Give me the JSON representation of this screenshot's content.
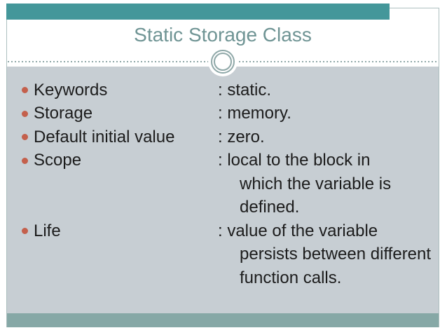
{
  "colors": {
    "top_bar": "#44979A",
    "footer_bar": "#86A8A6",
    "panel_bg": "#C7CED3",
    "title_text": "#6F9494",
    "accent_line": "#8FA8A8",
    "frame_border": "#ADBFBF",
    "bullet": "#C4604C",
    "body_text": "#1C1C1C"
  },
  "slide": {
    "title": "Static Storage Class",
    "lines": [
      {
        "label": "Keywords",
        "value": ": static."
      },
      {
        "label": "Storage",
        "value": ": memory."
      },
      {
        "label": "Default initial value",
        "value": ": zero."
      },
      {
        "label": "Scope",
        "value": ": local to the block in"
      },
      {
        "text": "which the variable is"
      },
      {
        "text": "defined."
      },
      {
        "label": "Life",
        "value": ": value of the variable"
      },
      {
        "text": "persists between different"
      },
      {
        "text": "function calls."
      }
    ]
  }
}
